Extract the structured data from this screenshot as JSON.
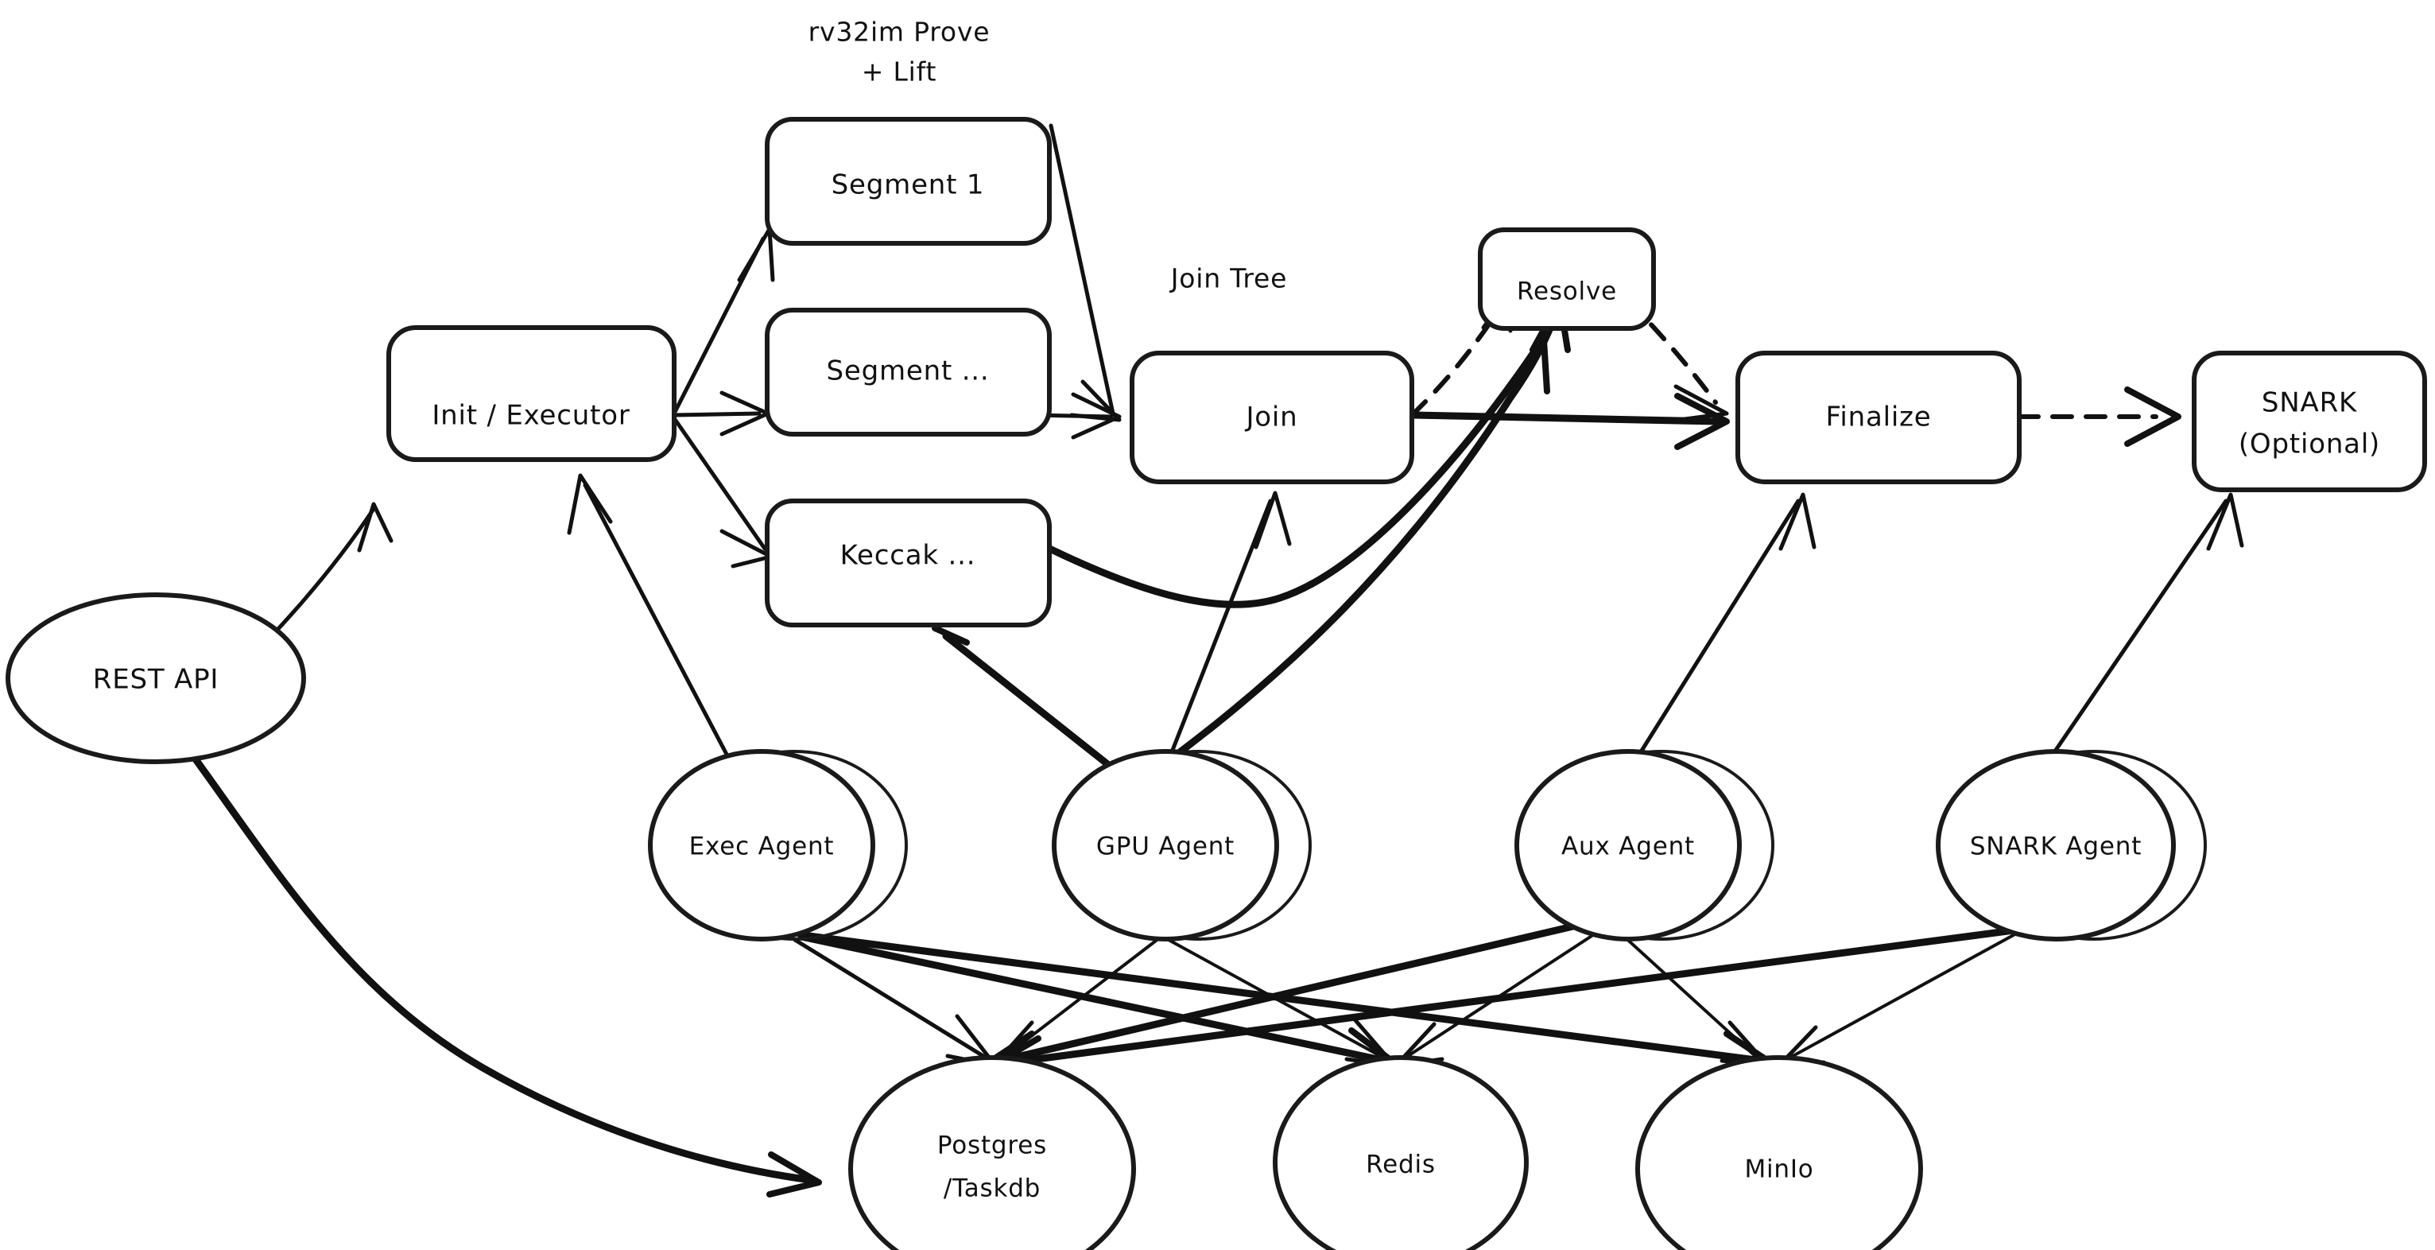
{
  "diagram": {
    "title_visible": false,
    "background_color": "#ffffff",
    "stroke_color": "#111111",
    "style": "hand-drawn sketch",
    "group_labels": [
      {
        "id": "rv32im-prove-lift",
        "line1": "rv32im Prove",
        "line2": "+ Lift"
      },
      {
        "id": "join-tree",
        "line1": "Join Tree"
      }
    ],
    "nodes": [
      {
        "id": "rest-api",
        "label": "REST API",
        "shape": "ellipse",
        "layer": "api"
      },
      {
        "id": "init-executor",
        "label": "Init / Executor",
        "shape": "rounded-rect",
        "layer": "pipeline"
      },
      {
        "id": "segment-1",
        "label": "Segment 1",
        "shape": "rounded-rect",
        "layer": "pipeline"
      },
      {
        "id": "segment-n",
        "label": "Segment ...",
        "shape": "rounded-rect",
        "layer": "pipeline"
      },
      {
        "id": "keccak-n",
        "label": "Keccak ...",
        "shape": "rounded-rect",
        "layer": "pipeline"
      },
      {
        "id": "join",
        "label": "Join",
        "shape": "rounded-rect",
        "layer": "pipeline"
      },
      {
        "id": "resolve",
        "label": "Resolve",
        "shape": "rounded-rect",
        "layer": "pipeline"
      },
      {
        "id": "finalize",
        "label": "Finalize",
        "shape": "rounded-rect",
        "layer": "pipeline"
      },
      {
        "id": "snark-optional",
        "label_line1": "SNARK",
        "label_line2": "(Optional)",
        "shape": "rounded-rect",
        "layer": "pipeline"
      },
      {
        "id": "exec-agent",
        "label": "Exec Agent",
        "shape": "stacked-ellipse",
        "layer": "agents"
      },
      {
        "id": "gpu-agent",
        "label": "GPU Agent",
        "shape": "stacked-ellipse",
        "layer": "agents"
      },
      {
        "id": "aux-agent",
        "label": "Aux Agent",
        "shape": "stacked-ellipse",
        "layer": "agents"
      },
      {
        "id": "snark-agent",
        "label": "SNARK Agent",
        "shape": "stacked-ellipse",
        "layer": "agents"
      },
      {
        "id": "postgres-taskdb",
        "label_line1": "Postgres",
        "label_line2": "/Taskdb",
        "shape": "ellipse",
        "layer": "storage"
      },
      {
        "id": "redis",
        "label": "Redis",
        "shape": "ellipse",
        "layer": "storage"
      },
      {
        "id": "minio",
        "label": "MinIo",
        "shape": "ellipse",
        "layer": "storage"
      }
    ],
    "edges": [
      {
        "from": "rest-api",
        "to": "init-executor",
        "style": "solid",
        "arrow": true
      },
      {
        "from": "rest-api",
        "to": "postgres-taskdb",
        "style": "solid-curve",
        "arrow": true
      },
      {
        "from": "init-executor",
        "to": "segment-1",
        "style": "solid",
        "arrow": true
      },
      {
        "from": "init-executor",
        "to": "segment-n",
        "style": "solid",
        "arrow": true
      },
      {
        "from": "init-executor",
        "to": "keccak-n",
        "style": "solid",
        "arrow": true
      },
      {
        "from": "segment-1",
        "to": "join",
        "style": "solid",
        "arrow": true
      },
      {
        "from": "segment-n",
        "to": "join",
        "style": "solid",
        "arrow": true
      },
      {
        "from": "keccak-n",
        "to": "resolve",
        "style": "solid-curve",
        "arrow": true
      },
      {
        "from": "join",
        "to": "resolve",
        "style": "dashed",
        "arrow": true
      },
      {
        "from": "join",
        "to": "finalize",
        "style": "solid",
        "arrow": true
      },
      {
        "from": "resolve",
        "to": "finalize",
        "style": "dashed",
        "arrow": true
      },
      {
        "from": "finalize",
        "to": "snark-optional",
        "style": "dashed",
        "arrow": true
      },
      {
        "from": "exec-agent",
        "to": "init-executor",
        "style": "solid",
        "arrow": true
      },
      {
        "from": "gpu-agent",
        "to": "keccak-n",
        "style": "solid",
        "arrow": true
      },
      {
        "from": "gpu-agent",
        "to": "join",
        "style": "solid",
        "arrow": true
      },
      {
        "from": "gpu-agent",
        "to": "resolve",
        "style": "solid",
        "arrow": true
      },
      {
        "from": "aux-agent",
        "to": "finalize",
        "style": "solid",
        "arrow": true
      },
      {
        "from": "snark-agent",
        "to": "snark-optional",
        "style": "solid",
        "arrow": true
      },
      {
        "from": "exec-agent",
        "to": "postgres-taskdb",
        "style": "solid",
        "arrow": true
      },
      {
        "from": "exec-agent",
        "to": "redis",
        "style": "solid",
        "arrow": true
      },
      {
        "from": "exec-agent",
        "to": "minio",
        "style": "solid",
        "arrow": true
      },
      {
        "from": "gpu-agent",
        "to": "postgres-taskdb",
        "style": "solid",
        "arrow": true
      },
      {
        "from": "gpu-agent",
        "to": "redis",
        "style": "solid",
        "arrow": true
      },
      {
        "from": "aux-agent",
        "to": "postgres-taskdb",
        "style": "solid",
        "arrow": true
      },
      {
        "from": "aux-agent",
        "to": "redis",
        "style": "solid",
        "arrow": true
      },
      {
        "from": "aux-agent",
        "to": "minio",
        "style": "solid",
        "arrow": true
      },
      {
        "from": "snark-agent",
        "to": "postgres-taskdb",
        "style": "solid",
        "arrow": true
      },
      {
        "from": "snark-agent",
        "to": "minio",
        "style": "solid",
        "arrow": true
      }
    ]
  }
}
